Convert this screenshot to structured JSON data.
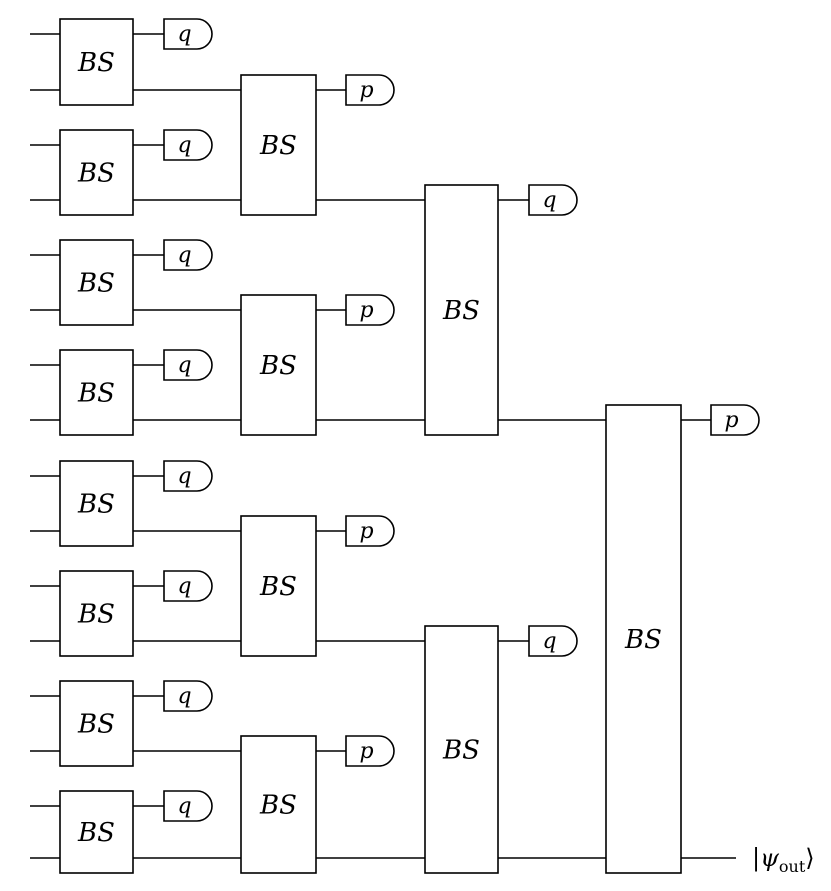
{
  "diagram": {
    "beam_splitter_label": "BS",
    "output_label": "|ψout⟩",
    "output_label_parts": {
      "open": "|",
      "psi": "ψ",
      "sub": "out",
      "close": "⟩"
    },
    "stages": [
      {
        "stage": 1,
        "count": 8,
        "detectors": [
          "q",
          "q",
          "q",
          "q",
          "q",
          "q",
          "q",
          "q"
        ]
      },
      {
        "stage": 2,
        "count": 4,
        "detectors": [
          "p",
          "p",
          "p",
          "p"
        ]
      },
      {
        "stage": 3,
        "count": 2,
        "detectors": [
          "q",
          "q"
        ]
      },
      {
        "stage": 4,
        "count": 1,
        "detectors": [
          "p"
        ]
      }
    ]
  }
}
